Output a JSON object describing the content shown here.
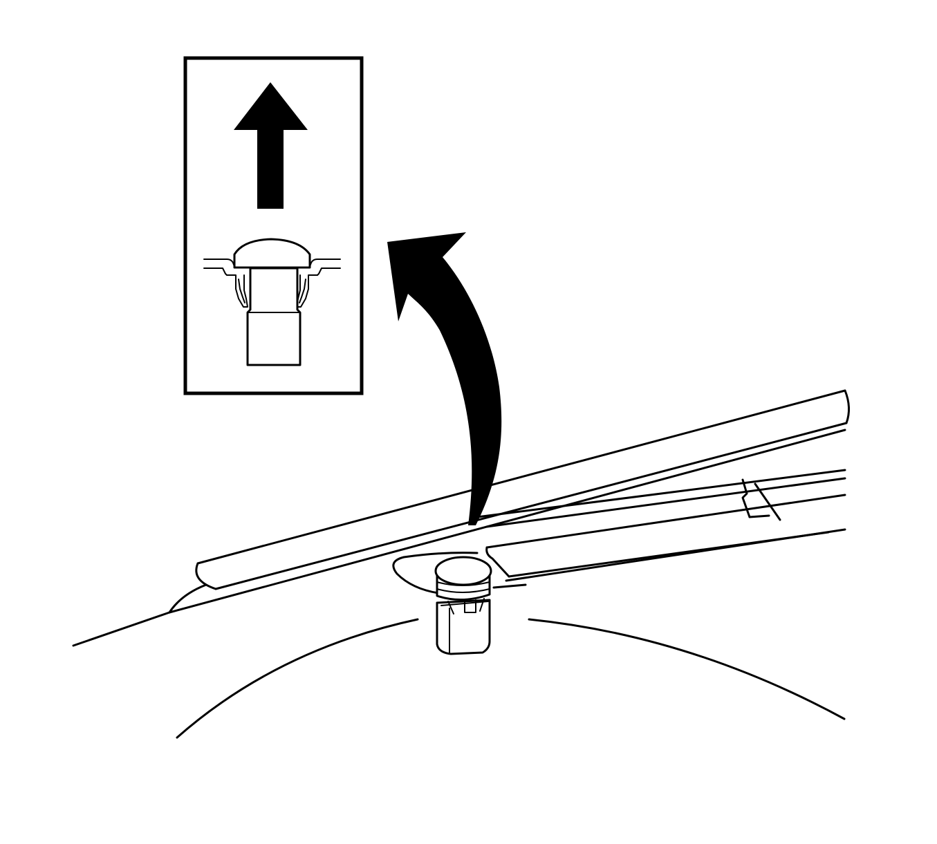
{
  "figure": {
    "kind": "service-manual-line-drawing",
    "colors": {
      "line": "#000000",
      "background": "#ffffff"
    },
    "inset": {
      "icon": "upward-arrow-icon",
      "shows": "push-pin-retainer-cross-section"
    },
    "callout": {
      "icon": "curved-arrow-icon"
    },
    "main_view": {
      "shows": "retainer-clip-on-trim-panel"
    }
  }
}
